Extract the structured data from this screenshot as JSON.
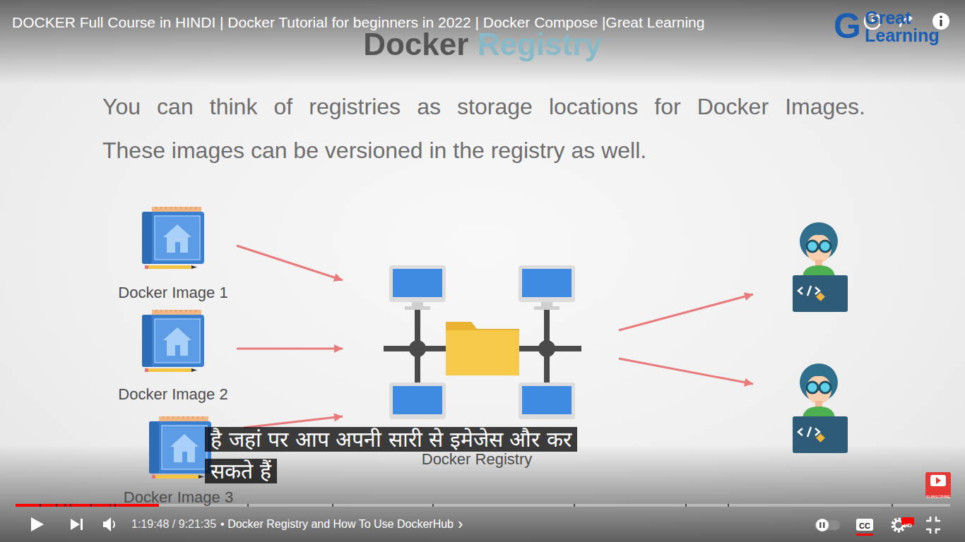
{
  "diagram": {
    "title": "Docker Registry",
    "nodes": [
      {
        "text": [
          "Docker Image 1"
        ]
      },
      {
        "text": [
          "Docker Image 2"
        ]
      },
      {
        "text": [
          "Docker Image 3"
        ]
      },
      {
        "text": [
          "Docker Registry"
        ]
      }
    ],
    "edges": [
      {
        "from": 0,
        "to": 3,
        "arrow": "to"
      },
      {
        "from": 1,
        "to": 3,
        "arrow": "to"
      },
      {
        "from": 2,
        "to": 3,
        "arrow": "to"
      }
    ],
    "labels": [
      "DOCKER Full Course in HINDI | Docker Tutorial for beginners in 2022 | Docker Compose |Great Learning",
      "You can think of registries as storage locations for Docker Images.",
      "These images can be versioned in the registry as well.",
      "है जहां पर आप अपनी सारी से इमेजेस और कर सकते हैं",
      "1:19:48 / 9:21:35",
      "• Docker Registry and How To Use DockerHub",
      "›",
      "CC",
      "HD",
      "G",
      "Great",
      "Learning",
      "SUBSCRIBE"
    ]
  }
}
